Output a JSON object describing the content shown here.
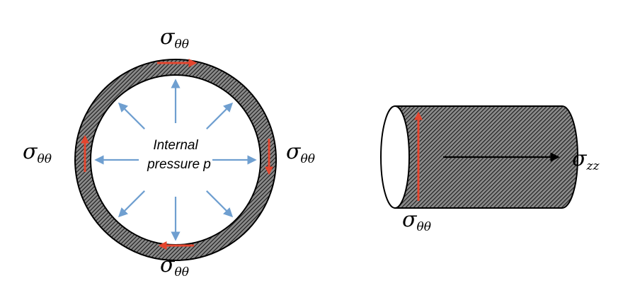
{
  "ring_diagram": {
    "center_label_line1": "Internal",
    "center_label_line2": "pressure p",
    "top_label": {
      "symbol": "σ",
      "subscript": "θθ"
    },
    "bottom_label": {
      "symbol": "σ",
      "subscript": "θθ"
    },
    "left_label": {
      "symbol": "σ",
      "subscript": "θθ"
    },
    "right_label": {
      "symbol": "σ",
      "subscript": "θθ"
    },
    "pressure_arrow_count": 8
  },
  "cylinder_diagram": {
    "axial_label": {
      "symbol": "σ",
      "subscript": "zz"
    },
    "hoop_label": {
      "symbol": "σ",
      "subscript": "θθ"
    }
  },
  "colors": {
    "pressure_arrow": "#6f9fd0",
    "stress_arrow": "#e4452e",
    "axial_arrow": "#000000",
    "hatch_fill": "#333333",
    "outline": "#000000"
  }
}
